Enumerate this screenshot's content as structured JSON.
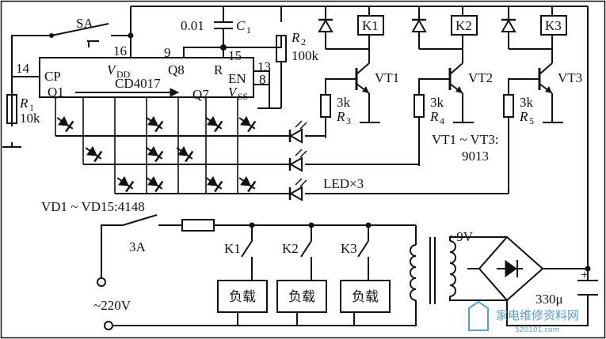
{
  "labels": {
    "sa": "SA",
    "cap_c1_value": "0.01",
    "cap_c1": "C",
    "cap_c1_sub": "1",
    "r2": "R",
    "r2_sub": "2",
    "r2_value": "100k",
    "r1": "R",
    "r1_sub": "1",
    "r1_value": "10k",
    "pin14": "14",
    "pin16": "16",
    "pin9": "9",
    "pin15": "15",
    "pin13": "13",
    "pin8": "8",
    "ic_cp": "CP",
    "ic_vdd": "V",
    "ic_vdd_sub": "DD",
    "ic_q8": "Q8",
    "ic_r": "R",
    "ic_en": "EN",
    "ic_vss": "V",
    "ic_vss_sub": "SS",
    "ic_q1": "Q1",
    "ic_q7": "Q7",
    "ic_name": "CD4017",
    "k1": "K1",
    "k2": "K2",
    "k3": "K3",
    "vt1": "VT1",
    "vt2": "VT2",
    "vt3": "VT3",
    "r3_value": "3k",
    "r3": "R",
    "r3_sub": "3",
    "r4_value": "3k",
    "r4": "R",
    "r4_sub": "4",
    "r5_value": "3k",
    "r5": "R",
    "r5_sub": "5",
    "vt_range": "VT1 ~ VT3:",
    "vt_type": "9013",
    "led": "LED×3",
    "vd": "VD1 ~ VD15:4148",
    "fuse": "3A",
    "sw_k1": "K1",
    "sw_k2": "K2",
    "sw_k3": "K3",
    "load1": "负载",
    "load2": "负载",
    "load3": "负载",
    "ac": "~220V",
    "sec": "~9V",
    "cap_out": "330μ",
    "plus": "+",
    "watermark": "家电维修资料网",
    "watermark_url": "520101.com"
  },
  "colors": {
    "line": "#111111",
    "watermark": "#5aa0c8"
  }
}
